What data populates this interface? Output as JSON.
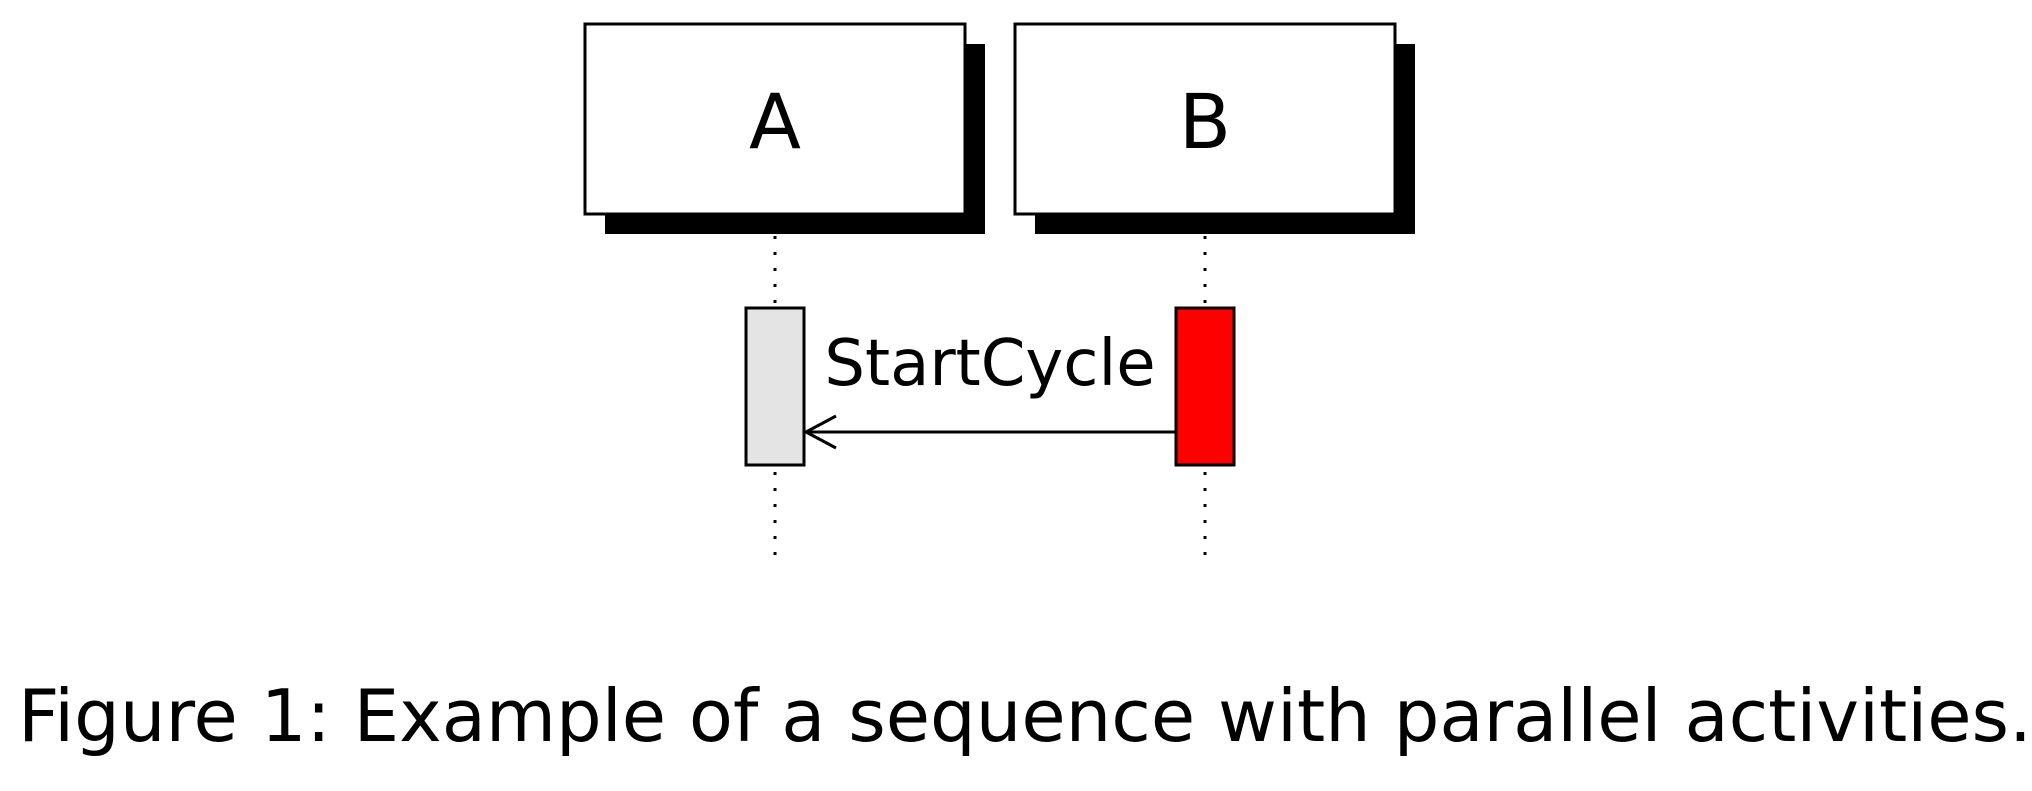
{
  "participants": [
    {
      "id": "A",
      "label": "A"
    },
    {
      "id": "B",
      "label": "B"
    }
  ],
  "activations": [
    {
      "participant": "A",
      "color": "#e4e4e4"
    },
    {
      "participant": "B",
      "color": "#ff0000"
    }
  ],
  "message": {
    "label": "StartCycle",
    "from": "B",
    "to": "A",
    "arrow": "open-arrowhead"
  },
  "caption": "Figure 1: Example of a sequence with parallel activities."
}
